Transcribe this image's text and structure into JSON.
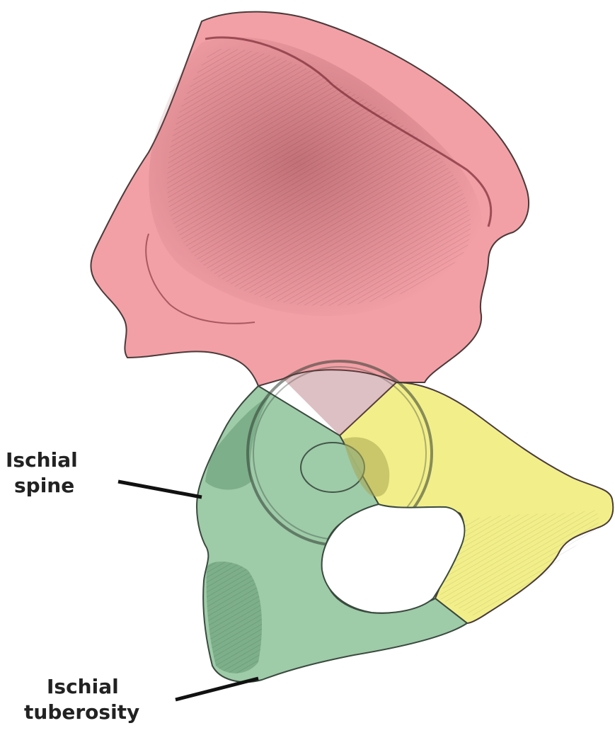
{
  "labels": {
    "ischial_spine": [
      "Ischial",
      "spine"
    ],
    "ischial_tuberosity": [
      "Ischial",
      "tuberosity"
    ]
  },
  "colors": {
    "ilium": "#f2a0a6",
    "ilium_shade": "#9c4a52",
    "ischium": "#9ecba8",
    "ischium_shade": "#3f7a52",
    "pubis": "#f2ef8a",
    "pubis_shade": "#a8a650",
    "outline": "#4a3a3a",
    "pointer": "#111111"
  }
}
